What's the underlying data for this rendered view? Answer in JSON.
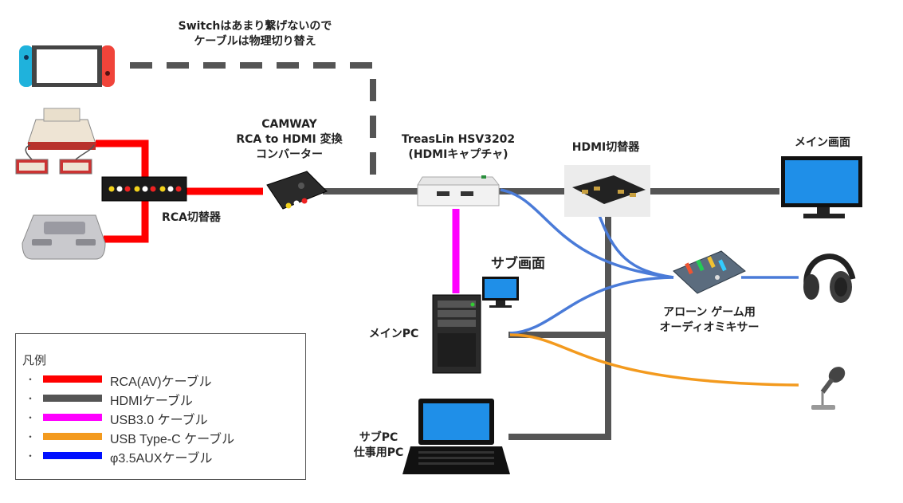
{
  "colors": {
    "rca": "#ff0000",
    "hdmi": "#555555",
    "usb3": "#ff00ff",
    "usbc": "#f39a1e",
    "aux": "#4a7bd8",
    "aux_legend": "#0010ff"
  },
  "labels": {
    "switch_note_line1": "Switchはあまり繋げないので",
    "switch_note_line2": "ケーブルは物理切り替え",
    "camway_line1": "CAMWAY",
    "camway_line2": "RCA to HDMI 変換",
    "camway_line3": "コンバーター",
    "capture_line1": "TreasLin HSV3202",
    "capture_line2": "(HDMIキャプチャ)",
    "hdmi_switcher": "HDMI切替器",
    "main_screen": "メイン画面",
    "rca_switcher": "RCA切替器",
    "sub_screen": "サブ画面",
    "main_pc": "メインPC",
    "mixer_line1": "アローン ゲーム用",
    "mixer_line2": "オーディオミキサー",
    "sub_pc_line1": "サブPC",
    "sub_pc_line2": "仕事用PC"
  },
  "legend": {
    "title": "凡例",
    "bullet": "・",
    "items": [
      {
        "label": "RCA(AV)ケーブル",
        "color": "#ff0000"
      },
      {
        "label": "HDMIケーブル",
        "color": "#555555"
      },
      {
        "label": "USB3.0 ケーブル",
        "color": "#ff00ff"
      },
      {
        "label": "USB Type-C ケーブル",
        "color": "#f39a1e"
      },
      {
        "label": "φ3.5AUXケーブル",
        "color": "#0010ff"
      }
    ]
  }
}
